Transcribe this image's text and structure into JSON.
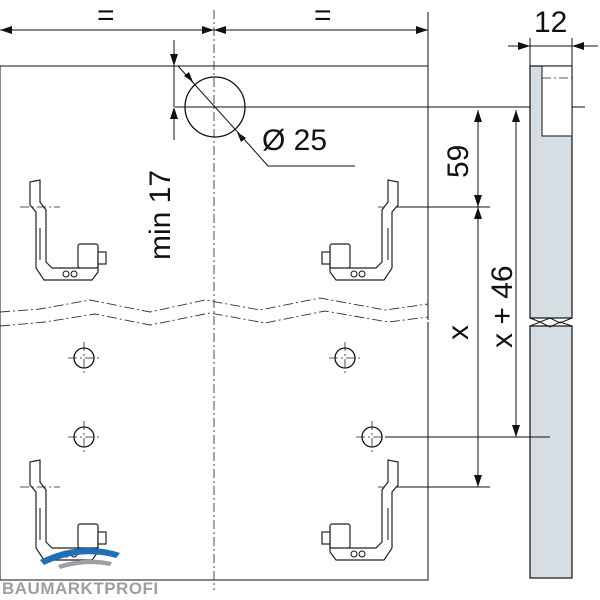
{
  "dimensions": {
    "equal_left": "=",
    "equal_right": "=",
    "side_thickness": "12",
    "min_offset": "min 17",
    "hole_diameter": "Ø 25",
    "top_to_bracket": "59",
    "bracket_spacing": "x",
    "bracket_spacing_plus": "x + 46"
  },
  "logo": {
    "text": "BAUMARKTPROFI"
  },
  "colors": {
    "panel_side": "#d5dfe3",
    "line": "#111111",
    "logo_blue": "#1f6fb5",
    "logo_gray": "#9aa0a6"
  }
}
